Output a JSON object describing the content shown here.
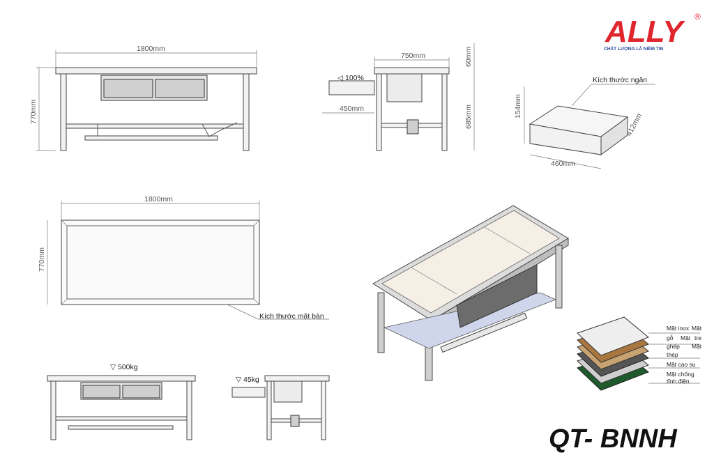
{
  "brand": {
    "name": "ALLY",
    "registered": "®",
    "tagline": "CHẤT LƯỢNG LÀ NIỀM TIN"
  },
  "model": "QT- BNNH",
  "front_view": {
    "width_dim": "1800mm",
    "height_dim": "770mm"
  },
  "side_view": {
    "depth_dim": "750mm",
    "slide_extension": "◁ 100%",
    "slide_dim": "450mm",
    "top_thickness_dim": "60mm",
    "leg_height_dim": "685mm"
  },
  "drawer_view": {
    "label": "Kích thước ngăn",
    "height_dim": "154mm",
    "depth_dim": "412mm",
    "width_dim": "460mm"
  },
  "top_view": {
    "width_dim": "1800mm",
    "height_dim": "770mm",
    "label": "Kích thước mặt bàn"
  },
  "load_front": {
    "label": "▽ 500kg"
  },
  "load_side": {
    "label": "▽ 45kg"
  },
  "surface_options": [
    {
      "text": "Mặt inox"
    },
    {
      "text": "Mặt"
    },
    {
      "text": "gỗ"
    },
    {
      "text": "Mặt"
    },
    {
      "text": "tre"
    },
    {
      "text": "ghép"
    },
    {
      "text": "Mặt"
    },
    {
      "text": "thép"
    },
    {
      "text": "Mặt cao su"
    },
    {
      "text": "Mặt chống"
    },
    {
      "text": "tĩnh điện"
    }
  ],
  "colors": {
    "brand_red": "#e0262d",
    "brand_blue": "#1f3f9a"
  }
}
